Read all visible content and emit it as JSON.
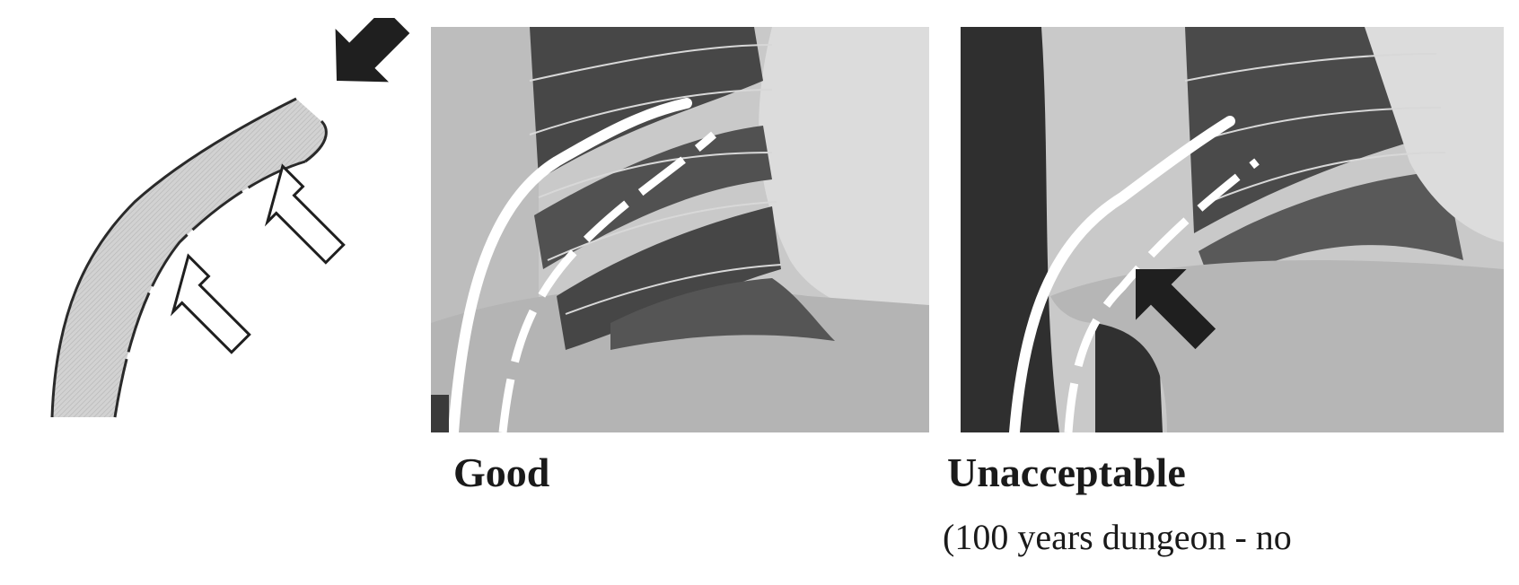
{
  "captions": {
    "good": "Good",
    "unacceptable": "Unacceptable",
    "unacceptable_note": "(100 years dungeon - no"
  },
  "colors": {
    "dark_tissue": "#3f3f3f",
    "mid_tissue": "#8e8e8e",
    "light_tissue": "#c9c9c9",
    "pale_tissue": "#dcdcdc",
    "catheter": "#ffffff",
    "outline": "#2a2a2a"
  },
  "icons": {
    "solid_arrow": "solid-arrow-icon",
    "hollow_arrow": "hollow-arrow-icon"
  }
}
